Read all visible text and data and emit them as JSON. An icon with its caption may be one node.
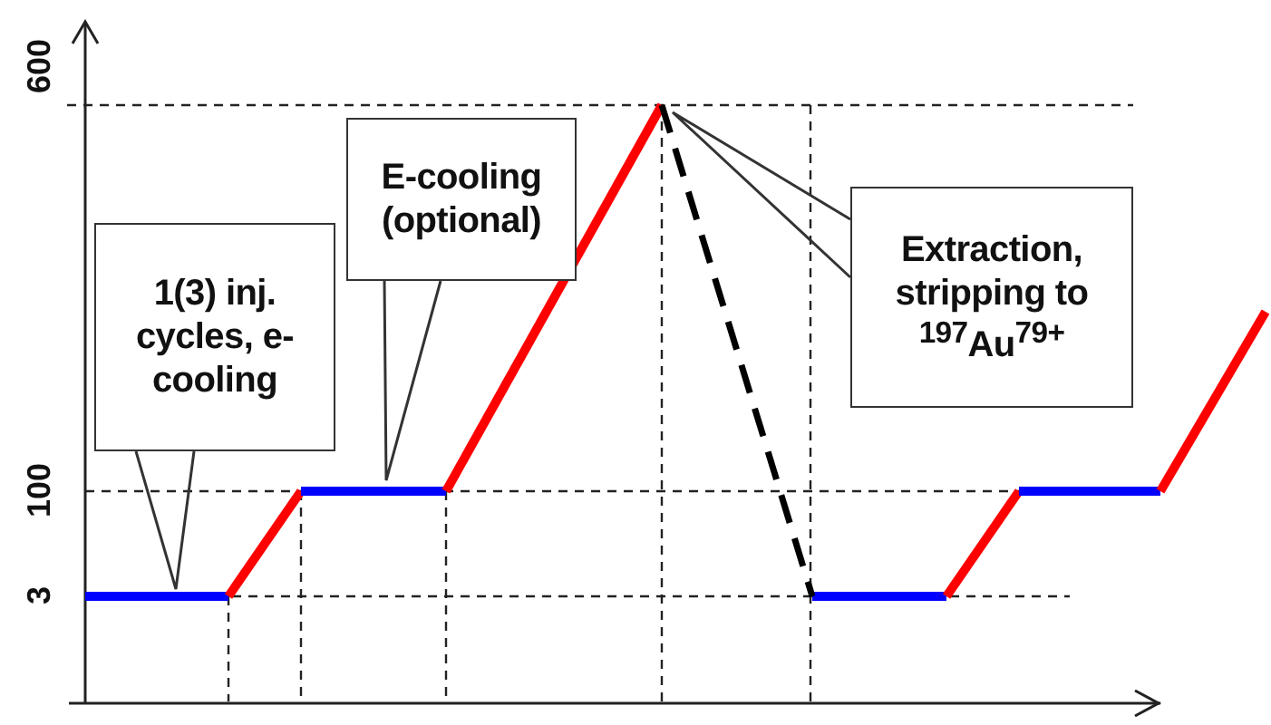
{
  "diagram": {
    "nodes": [
      {
        "text": [
          "1(3) inj. cycles, e-cooling"
        ]
      },
      {
        "text": [
          "E-cooling (optional)"
        ]
      },
      {
        "text": [
          "Extraction, stripping to $^{197}$Au$^{79+}$"
        ]
      }
    ],
    "edges": [
      {
        "from": 0,
        "to": null,
        "arrow": "none"
      },
      {
        "from": 1,
        "to": null,
        "arrow": "none"
      },
      {
        "from": 2,
        "to": null,
        "arrow": "none"
      }
    ],
    "labels": [
      "600",
      "100",
      "3"
    ]
  }
}
